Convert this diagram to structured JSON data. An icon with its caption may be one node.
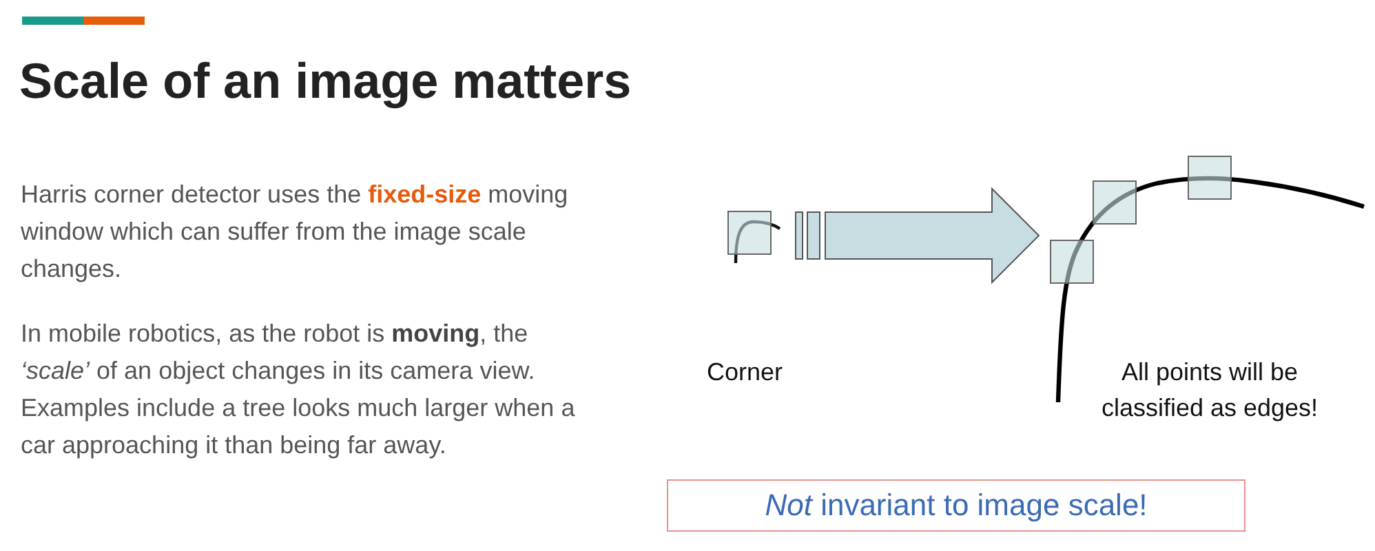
{
  "diagram": {
    "title": "Scale of an image matters",
    "nodes": [
      {
        "text": [],
        "shape": "box",
        "beside": [
          "Corner"
        ]
      },
      {
        "text": [
          "All points will be classified as edges!"
        ]
      },
      {
        "text": [
          "*Not* invariant to image scale!"
        ]
      }
    ],
    "edges": [
      {
        "from": 0,
        "to": 1,
        "arrow": "to"
      }
    ],
    "labels": [
      "Harris corner detector uses the **fixed-size** moving window which can suffer from the image scale changes.",
      "In mobile robotics, as the robot is **moving**, the *‘scale’* of an object changes in its camera view. Examples include a tree looks much larger when a car approaching it than being far away."
    ]
  }
}
